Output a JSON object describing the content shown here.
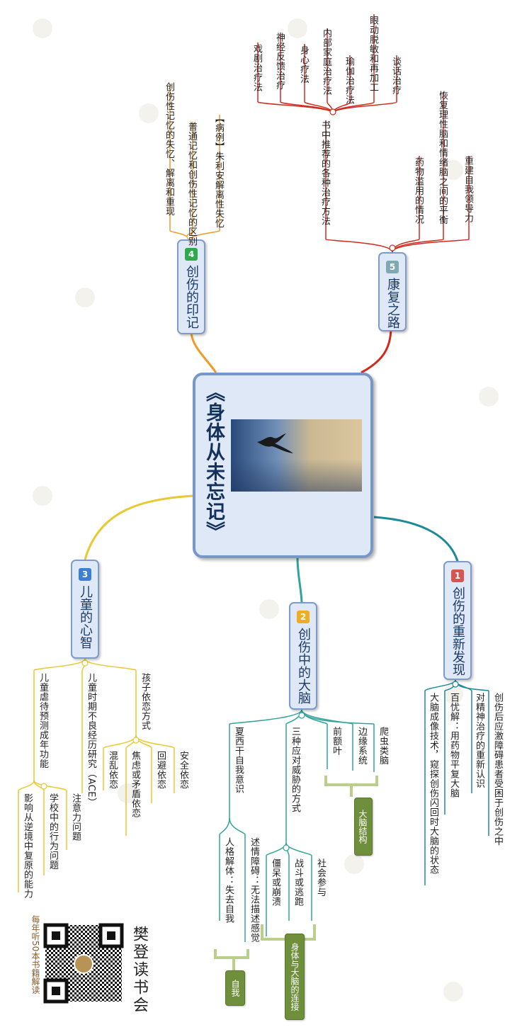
{
  "central": {
    "title": "《身体从未忘记》"
  },
  "colors": {
    "b1": "#1e8a99",
    "b2": "#31a39a",
    "b3": "#e8c930",
    "b4": "#f09a2a",
    "b5": "#cf2b1c"
  },
  "branches": [
    {
      "id": "b1",
      "badge": "1",
      "badge_color": "#d9534f",
      "title": "创伤的重新发现",
      "items": [
        "创伤后应激障碍患者受困于创伤之中",
        "对精神治疗的重新认识",
        "百忧解：用药物平复大脑",
        "大脑成像技术，窥探创伤闪回时大脑的状态"
      ]
    },
    {
      "id": "b2",
      "badge": "2",
      "badge_color": "#f0ad1e",
      "title": "创伤中的大脑",
      "items": [
        "爬虫类脑",
        "边缘系统",
        "前额叶",
        "三种应对威胁的方式",
        "夏西干自我意识"
      ],
      "sub_threats": [
        "社会参与",
        "战斗或逃跑",
        "僵呆或崩溃"
      ],
      "sub_self": [
        "述情障碍：无法描述感觉",
        "人格解体：失去自我"
      ],
      "summaries": [
        "大脑结构",
        "身体与大脑的连接",
        "自我"
      ]
    },
    {
      "id": "b3",
      "badge": "3",
      "badge_color": "#3b7fd9",
      "title": "儿童的心智",
      "items": [
        "孩子依恋方式",
        "儿童时期不良经历研究（ACE）",
        "儿童虐待预测成年功能"
      ],
      "sub_attach": [
        "安全依恋",
        "回避依恋",
        "焦虑或矛盾依恋",
        "混乱依恋"
      ],
      "sub_abuse": [
        "注意力问题",
        "学校中的行为问题",
        "影响从逆境中复原的能力"
      ]
    },
    {
      "id": "b4",
      "badge": "4",
      "badge_color": "#2eaa4a",
      "title": "创伤的印记",
      "items": [
        "【病例】朱利安解离性失忆",
        "普通记忆和创伤性记忆的区别",
        "创伤性记忆的失忆、解离和重现"
      ]
    },
    {
      "id": "b5",
      "badge": "5",
      "badge_color": "#7fa8b0",
      "title": "康复之路",
      "items": [
        "重建自我领导力",
        "恢复理性脑和情绪脑之间的平衡",
        "药物滥用的情况",
        "书中推荐的各种治疗方法"
      ],
      "sub_methods": [
        "谈话治疗",
        "眼动脱敏和再加工",
        "瑜伽治疗法",
        "内部家庭治疗法",
        "身心疗法",
        "神经反馈治疗",
        "戏剧治疗法"
      ]
    }
  ],
  "brand": {
    "name": "樊登读书会",
    "slogan": "每年听50本书籍解读"
  }
}
